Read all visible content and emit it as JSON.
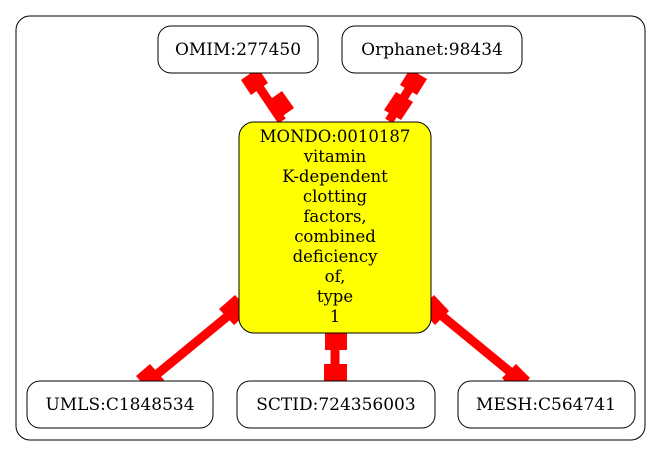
{
  "diagram": {
    "center_node": {
      "id": "MONDO:0010187",
      "label_lines": [
        "MONDO:0010187",
        "vitamin",
        "K-dependent",
        "clotting",
        "factors,",
        "combined",
        "deficiency",
        "of,",
        "type",
        "1"
      ],
      "fill_color": "#ffff00"
    },
    "nodes": [
      {
        "key": "omim",
        "label": "OMIM:277450"
      },
      {
        "key": "orphanet",
        "label": "Orphanet:98434"
      },
      {
        "key": "umls",
        "label": "UMLS:C1848534"
      },
      {
        "key": "sctid",
        "label": "SCTID:724356003"
      },
      {
        "key": "mesh",
        "label": "MESH:C564741"
      }
    ],
    "edge_color": "#ff0000",
    "node_border_color": "#000000"
  }
}
